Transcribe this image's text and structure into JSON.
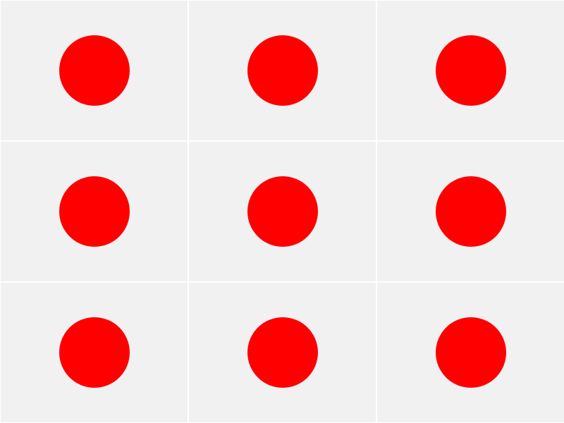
{
  "grid": {
    "rows": 3,
    "columns": 3,
    "cell_count": 9
  },
  "colors": {
    "dot": "#ff0000",
    "cell_background": "#f2f1f2",
    "gridline": "#ffffff"
  },
  "cells": [
    {
      "icon": "circle-icon"
    },
    {
      "icon": "circle-icon"
    },
    {
      "icon": "circle-icon"
    },
    {
      "icon": "circle-icon"
    },
    {
      "icon": "circle-icon"
    },
    {
      "icon": "circle-icon"
    },
    {
      "icon": "circle-icon"
    },
    {
      "icon": "circle-icon"
    },
    {
      "icon": "circle-icon"
    }
  ]
}
